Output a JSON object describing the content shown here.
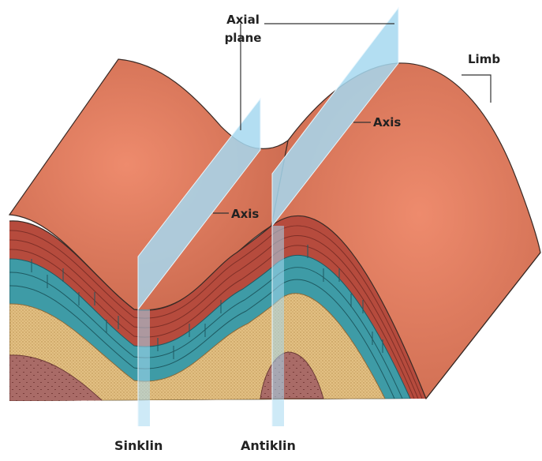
{
  "diagram": {
    "labels": {
      "axial_plane_line1": "Axial",
      "axial_plane_line2": "plane",
      "limb": "Limb",
      "axis_upper": "Axis",
      "axis_lower": "Axis",
      "sinklin": "Sinklin",
      "antiklin": "Antiklin"
    },
    "colors": {
      "surface": "#c8694d",
      "surface_glow": "#ec8a6c",
      "surface_edge": "#3a2a25",
      "red_layer": "#b34a3c",
      "teal_layer": "#3d9aa5",
      "sand_layer": "#e0be7e",
      "bottom_layer": "#a86a66",
      "plane": "#9fd3ee"
    }
  }
}
